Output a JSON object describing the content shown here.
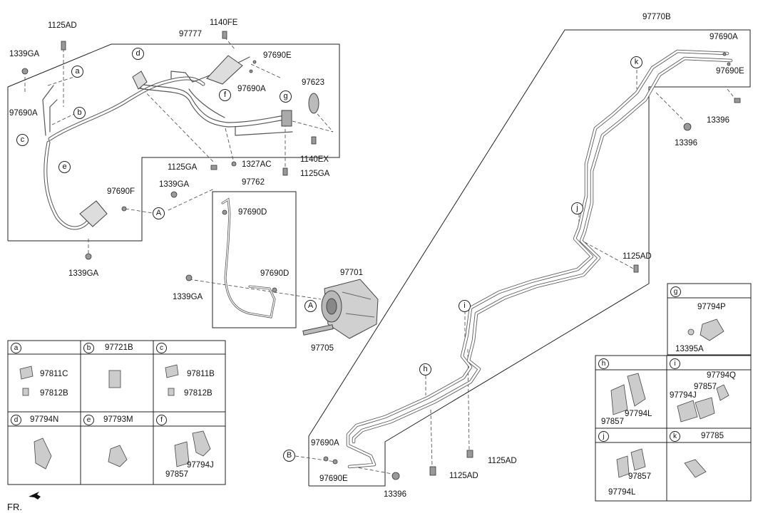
{
  "groups": {
    "top_left": "97777",
    "middle": "97762",
    "right": "97770B"
  },
  "callouts": {
    "1125AD_a": "1125AD",
    "1339GA_a": "1339GA",
    "1140FE": "1140FE",
    "97690E_a": "97690E",
    "97690A_a": "97690A",
    "97690A_b": "97690A",
    "97623": "97623",
    "1140EX": "1140EX",
    "1125GA_a": "1125GA",
    "1327AC": "1327AC",
    "1125GA_b": "1125GA",
    "97690F": "97690F",
    "1339GA_b": "1339GA",
    "1339GA_c": "1339GA",
    "97690D_a": "97690D",
    "97690D_b": "97690D",
    "1339GA_d": "1339GA",
    "97701": "97701",
    "97705": "97705",
    "97690A_c": "97690A",
    "97690E_b": "97690E",
    "13396_a": "13396",
    "13396_b": "13396",
    "1125AD_b": "1125AD",
    "97690A_d": "97690A",
    "97690E_c": "97690E",
    "13396_c": "13396",
    "1125AD_c": "1125AD",
    "1125AD_d": "1125AD",
    "fr": "FR."
  },
  "markers": {
    "a": "a",
    "b": "b",
    "c": "c",
    "d": "d",
    "e": "e",
    "f": "f",
    "g": "g",
    "h": "h",
    "i": "i",
    "j": "j",
    "k": "k",
    "A": "A",
    "B": "B"
  },
  "left_table": [
    {
      "letter": "a",
      "code": "",
      "parts": [
        "97811C",
        "97812B"
      ]
    },
    {
      "letter": "b",
      "code": "97721B",
      "parts": []
    },
    {
      "letter": "c",
      "code": "",
      "parts": [
        "97811B",
        "97812B"
      ]
    },
    {
      "letter": "d",
      "code": "97794N",
      "parts": []
    },
    {
      "letter": "e",
      "code": "97793M",
      "parts": []
    },
    {
      "letter": "f",
      "code": "",
      "parts": [
        "97857",
        "97794J"
      ]
    }
  ],
  "right_table": [
    {
      "letter": "g",
      "code": "",
      "parts": [
        "97794P",
        "13395A"
      ]
    },
    {
      "letter": "h",
      "code": "",
      "parts": [
        "97857",
        "97794L"
      ]
    },
    {
      "letter": "i",
      "code": "",
      "parts": [
        "97794Q",
        "97857",
        "97794J"
      ]
    },
    {
      "letter": "j",
      "code": "",
      "parts": [
        "97857",
        "97794L"
      ]
    },
    {
      "letter": "k",
      "code": "97785",
      "parts": []
    }
  ]
}
